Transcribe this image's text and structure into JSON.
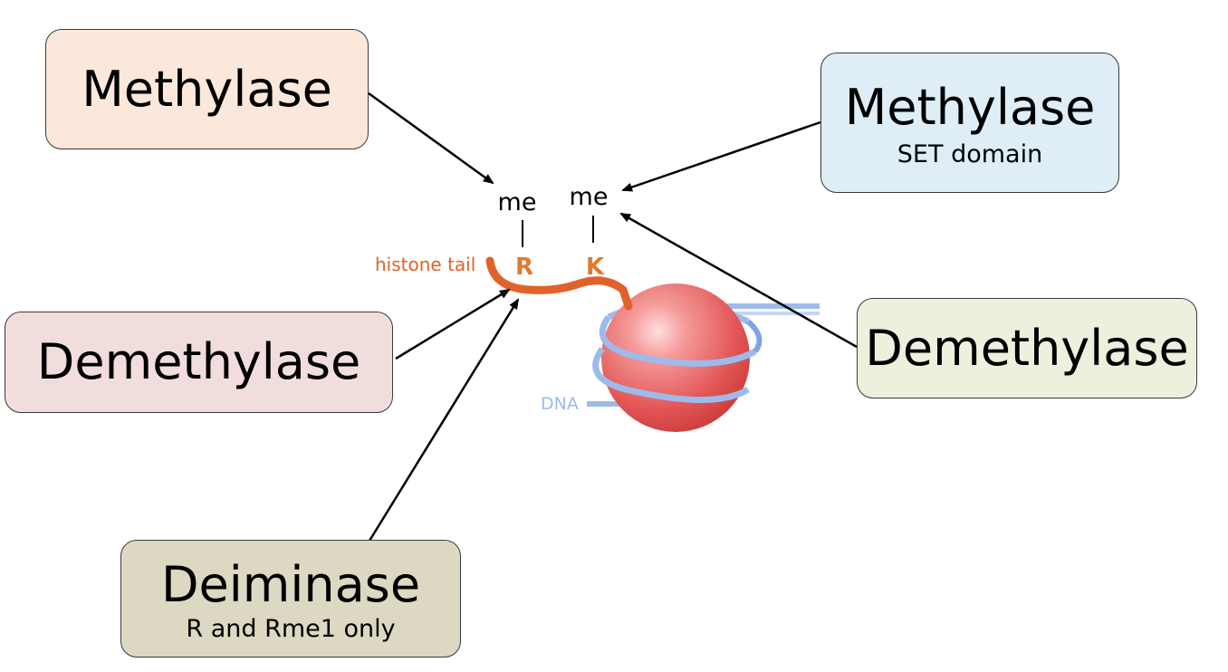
{
  "boxes": {
    "methylase_left": {
      "title": "Methylase"
    },
    "methylase_right": {
      "title": "Methylase",
      "subtitle": "SET domain"
    },
    "demethylase_left": {
      "title": "Demethylase"
    },
    "demethylase_right": {
      "title": "Demethylase"
    },
    "deiminase": {
      "title": "Deiminase",
      "subtitle": "R and Rme1 only"
    }
  },
  "molecule": {
    "me_r": "me",
    "me_k": "me",
    "residue_r": "R",
    "residue_k": "K",
    "histone_tail_label": "histone tail",
    "dna_label": "DNA"
  },
  "colors": {
    "histone_tail": "#e0622a",
    "residue_label": "#e07a2e",
    "dna": "#9dbbea",
    "nucleosome": "#e85a5a",
    "arrow": "#000000"
  }
}
